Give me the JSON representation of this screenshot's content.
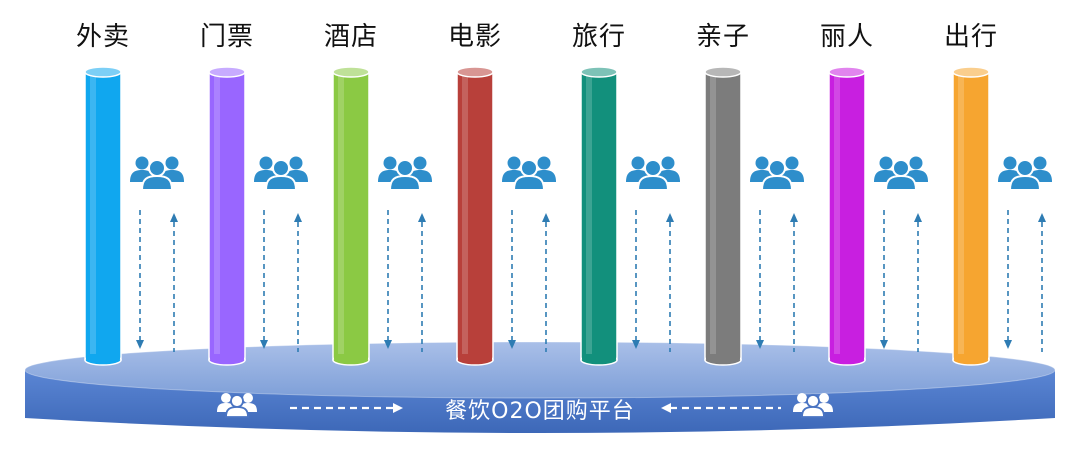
{
  "pillars": [
    {
      "label": "外卖",
      "color": "#10a7ef"
    },
    {
      "label": "门票",
      "color": "#9966ff"
    },
    {
      "label": "酒店",
      "color": "#8bc944"
    },
    {
      "label": "电影",
      "color": "#b8403a"
    },
    {
      "label": "旅行",
      "color": "#12907c"
    },
    {
      "label": "亲子",
      "color": "#7c7c7c"
    },
    {
      "label": "丽人",
      "color": "#c81fe0"
    },
    {
      "label": "出行",
      "color": "#f6a530"
    }
  ],
  "platform": {
    "label": "餐饮O2O团购平台",
    "color": "#4472c4"
  },
  "icons": {
    "user_group": "user-group-icon",
    "arrow": "dashed-arrow-icon"
  },
  "colors": {
    "user_icon": "#2e8ecb",
    "arrow": "#2e7cb3"
  }
}
